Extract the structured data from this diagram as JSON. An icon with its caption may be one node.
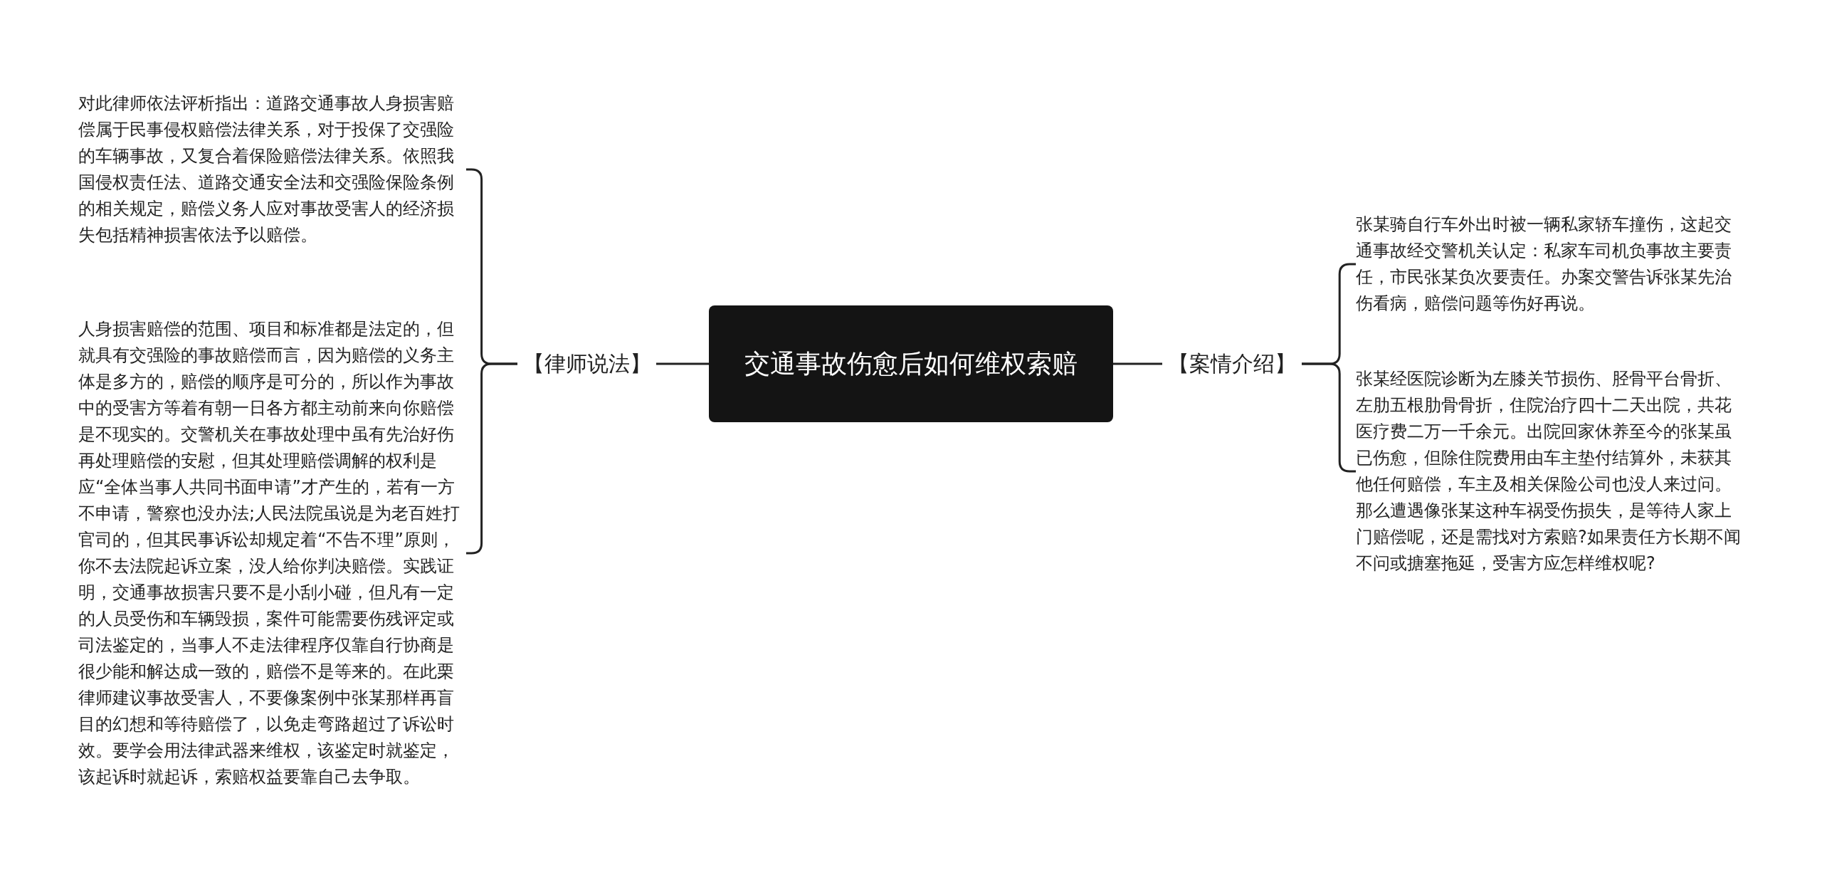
{
  "diagram": {
    "nodes": [
      {
        "text": [
          "交通事故伤愈后如何维权索赔"
        ]
      },
      {
        "text": [
          "【律师说法】"
        ]
      },
      {
        "text": [
          "对此律师依法评析指出：道路交通事故人身损害赔偿属于民事侵权赔偿法律关系，对于投保了交强险的车辆事故，又复合着保险赔偿法律关系。依照我国侵权责任法、道路交通安全法和交强险保险条例的相关规定，赔偿义务人应对事故受害人的经济损失包括精神损害依法予以赔偿。"
        ]
      },
      {
        "text": [
          "人身损害赔偿的范围、项目和标准都是法定的，但就具有交强险的事故赔偿而言，因为赔偿的义务主体是多方的，赔偿的顺序是可分的，所以作为事故中的受害方等着有朝一日各方都主动前来向你赔偿是不现实的。交警机关在事故处理中虽有先治好伤再处理赔偿的安慰，但其处理赔偿调解的权利是应“全体当事人共同书面申请”才产生的，若有一方不申请，警察也没办法;人民法院虽说是为老百姓打官司的，但其民事诉讼却规定着“不告不理”原则，你不去法院起诉立案，没人给你判决赔偿。实践证明，交通事故损害只要不是小刮小碰，但凡有一定的人员受伤和车辆毁损，案件可能需要伤残评定或司法鉴定的，当事人不走法律程序仅靠自行协商是很少能和解达成一致的，赔偿不是等来的。在此栗律师建议事故受害人，不要像案例中张某那样再盲目的幻想和等待赔偿了，以免走弯路超过了诉讼时效。要学会用法律武器来维权，该鉴定时就鉴定，该起诉时就起诉，索赔权益要靠自己去争取。"
        ]
      },
      {
        "text": [
          "【案情介绍】"
        ]
      },
      {
        "text": [
          "张某骑自行车外出时被一辆私家轿车撞伤，这起交通事故经交警机关认定：私家车司机负事故主要责任，市民张某负次要责任。办案交警告诉张某先治伤看病，赔偿问题等伤好再说。"
        ]
      },
      {
        "text": [
          "张某经医院诊断为左膝关节损伤、胫骨平台骨折、左肋五根肋骨骨折，住院治疗四十二天出院，共花医疗费二万一千余元。出院回家休养至今的张某虽已伤愈，但除住院费用由车主垫付结算外，未获其他任何赔偿，车主及相关保险公司也没人来过问。那么遭遇像张某这种车祸受伤损失，是等待人家上门赔偿呢，还是需找对方索赔?如果责任方长期不闻不问或搪塞拖延，受害方应怎样维权呢?"
        ]
      }
    ],
    "edges": [
      {
        "from": 0,
        "to": 1,
        "arrow": "none"
      },
      {
        "from": 0,
        "to": 4,
        "arrow": "none"
      },
      {
        "from": 1,
        "to": 2,
        "arrow": "none"
      },
      {
        "from": 1,
        "to": 3,
        "arrow": "none"
      },
      {
        "from": 4,
        "to": 5,
        "arrow": "none"
      },
      {
        "from": 4,
        "to": 6,
        "arrow": "none"
      }
    ]
  }
}
